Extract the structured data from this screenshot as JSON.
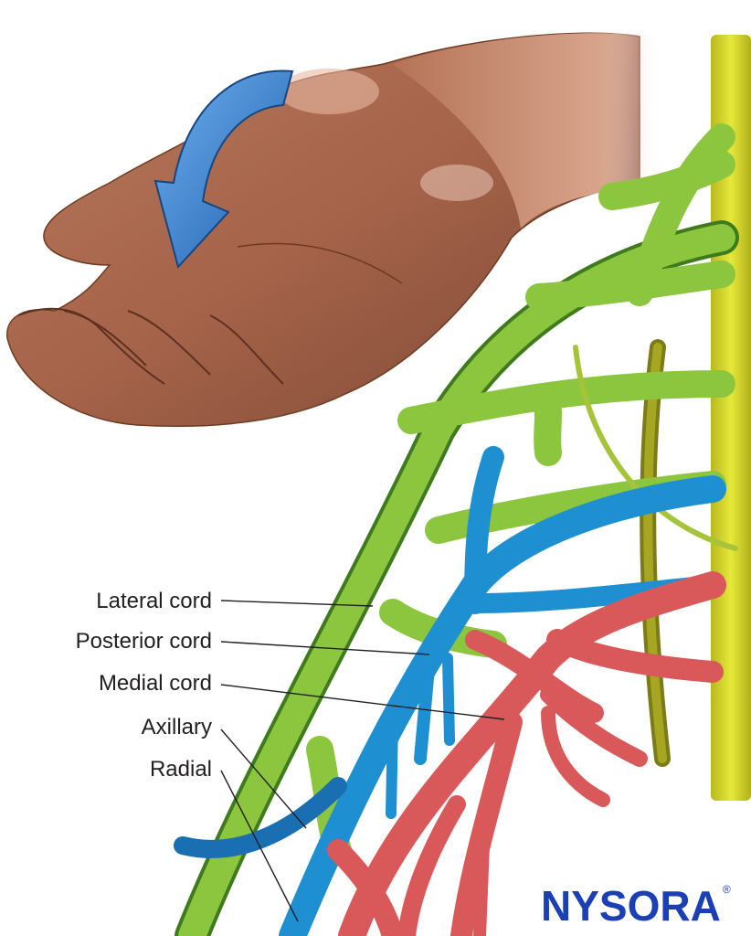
{
  "labels": {
    "lateral_cord": "Lateral cord",
    "posterior_cord": "Posterior cord",
    "medial_cord": "Medial cord",
    "axillary": "Axillary",
    "radial": "Radial"
  },
  "logo": {
    "text": "NYSORA",
    "mark": "®"
  },
  "colors": {
    "lateral": "#8cc63f",
    "posterior": "#1e8fd0",
    "medial": "#d9595a",
    "spine": "#d7d92a",
    "skin": "#a8664a",
    "arrow": "#2f7ccc",
    "logo": "#1b3fb5"
  }
}
